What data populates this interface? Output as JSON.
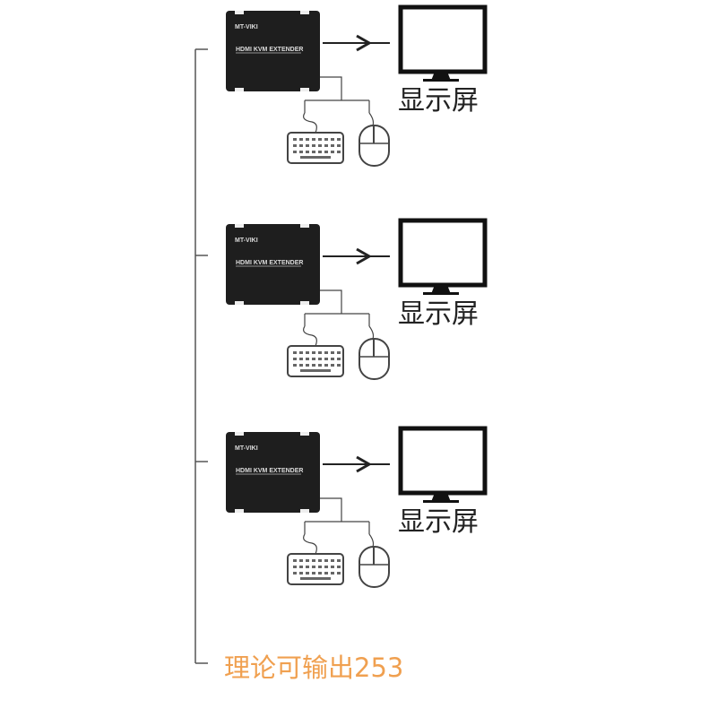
{
  "device": {
    "brand": "MT-VIKI",
    "model": "HDMI KVM EXTENDER"
  },
  "receivers": [
    {
      "display_label": "显示屏"
    },
    {
      "display_label": "显示屏"
    },
    {
      "display_label": "显示屏"
    }
  ],
  "footer": {
    "output_note": "理论可输出253"
  },
  "colors": {
    "accent": "#f0a050",
    "device": "#1e1e1e",
    "line": "#333333"
  }
}
